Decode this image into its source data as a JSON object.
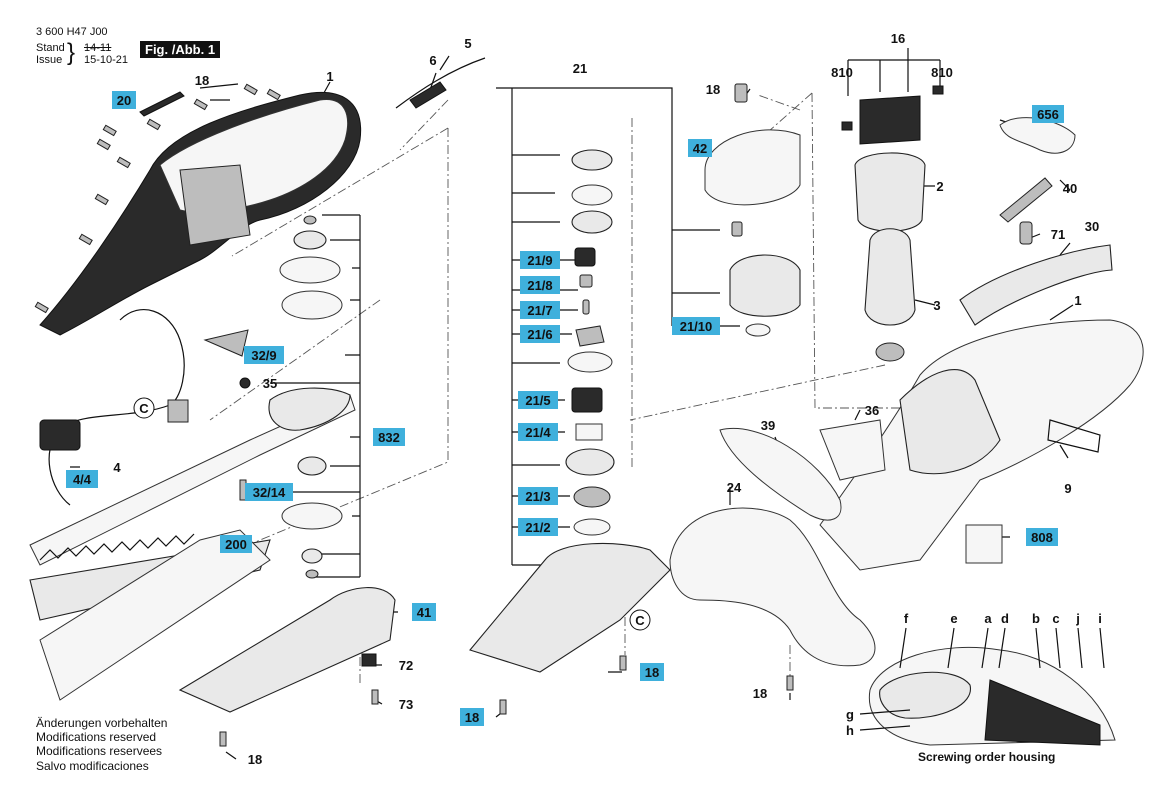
{
  "doc": {
    "number": "3 600 H47 J00",
    "stand_label": "Stand",
    "issue_label": "Issue",
    "old_stand": "14-11",
    "issue_date": "15-10-21",
    "figure": "Fig. /Abb. 1"
  },
  "notes": [
    "Änderungen vorbehalten",
    "Modifications reserved",
    "Modifications reservees",
    "Salvo modificaciones"
  ],
  "caption": "Screwing order housing",
  "callouts": [
    "1",
    "5",
    "6",
    "20",
    "18",
    "16",
    "810",
    "810",
    "21",
    "18",
    "42",
    "656",
    "2",
    "40",
    "71",
    "30",
    "21/9",
    "21/8",
    "21/7",
    "21/6",
    "21/10",
    "3",
    "1",
    "32/9",
    "35",
    "21/5",
    "36",
    "39",
    "9",
    "C",
    "832",
    "21/4",
    "4",
    "4/4",
    "32/14",
    "21/3",
    "24",
    "21/2",
    "200",
    "808",
    "41",
    "C",
    "72",
    "18",
    "73",
    "18",
    "18",
    "18"
  ],
  "sequence": [
    "f",
    "e",
    "a",
    "d",
    "b",
    "c",
    "j",
    "i",
    "g",
    "h"
  ],
  "colors": {
    "callout_box": "#3fb0dc",
    "line": "#111111"
  }
}
